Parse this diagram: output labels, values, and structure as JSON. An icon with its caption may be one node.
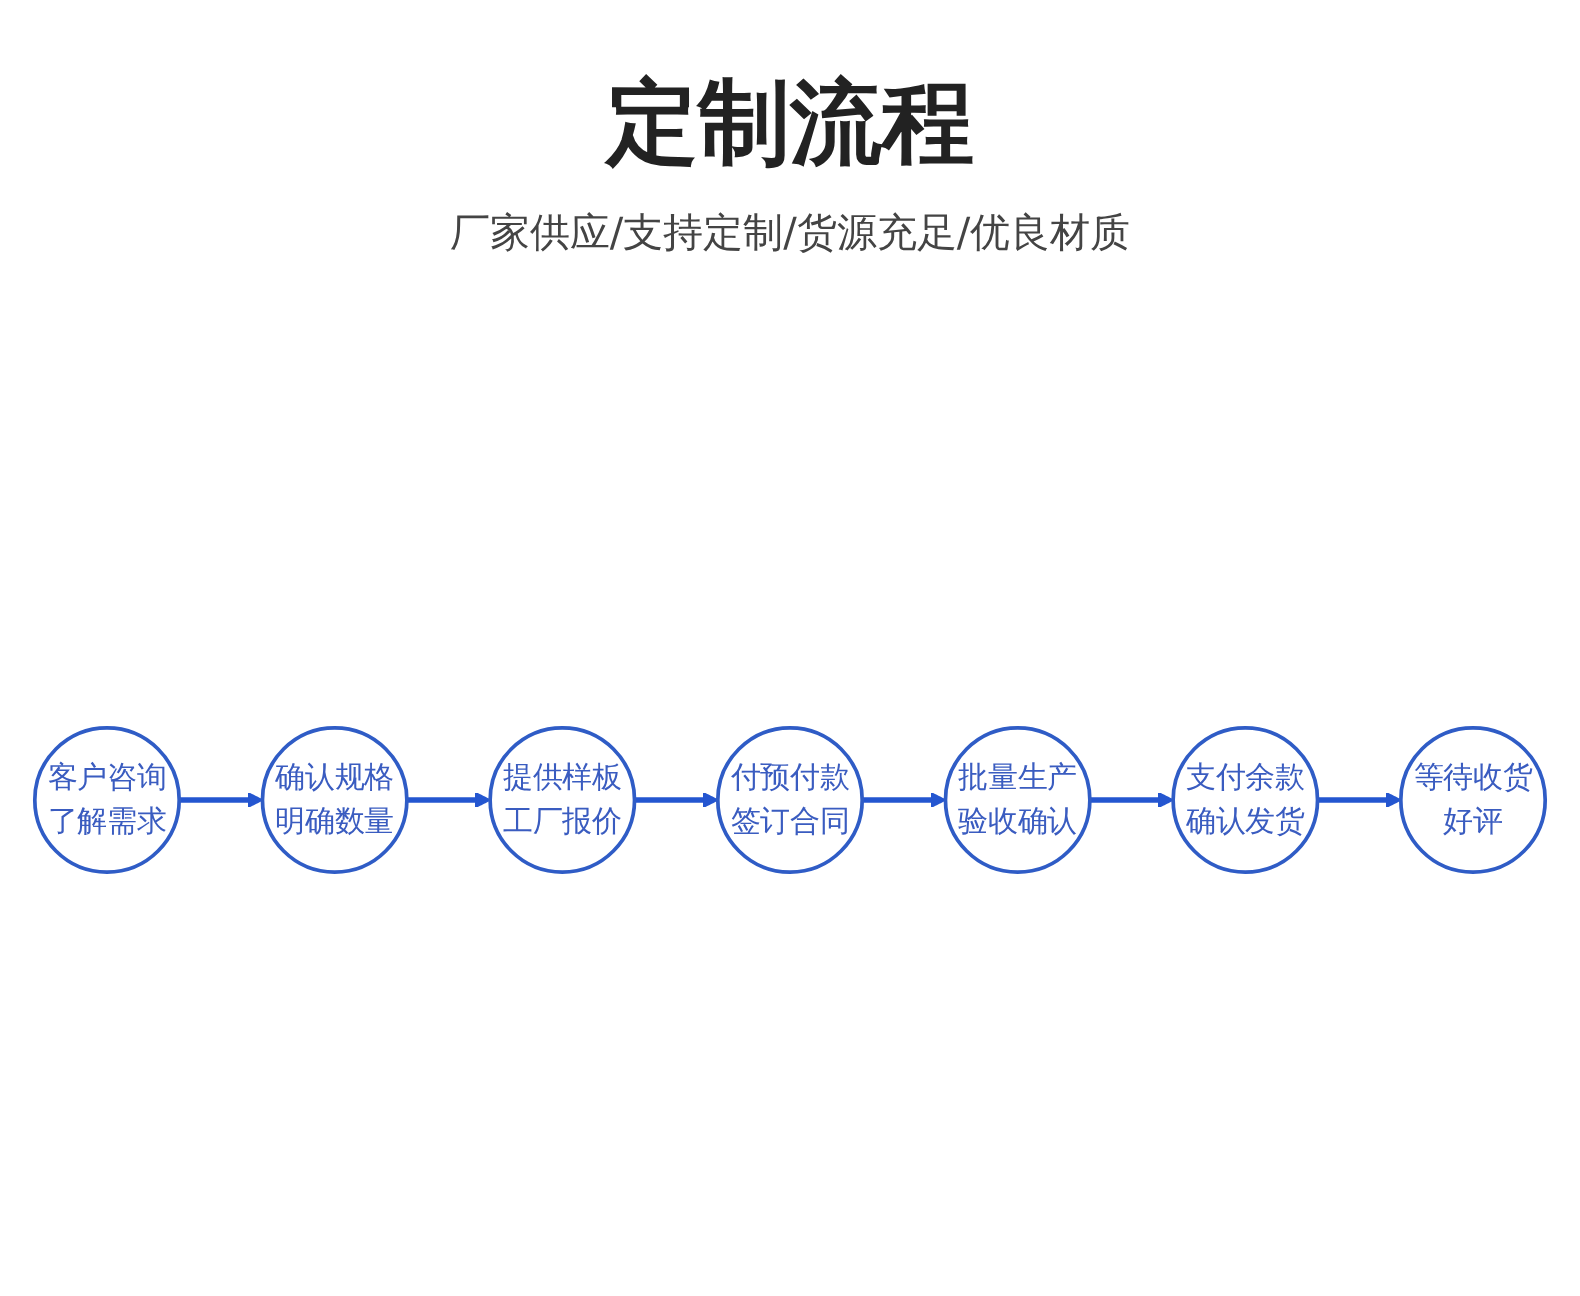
{
  "diagram": {
    "title": "定制流程",
    "nodes": [
      {
        "text": [
          "客户咨询了解需求"
        ]
      },
      {
        "text": [
          "确认规格明确数量"
        ]
      },
      {
        "text": [
          "提供样板工厂报价"
        ]
      },
      {
        "text": [
          "等待收货好评"
        ]
      },
      {
        "text": [
          "支付余款确认发货"
        ]
      },
      {
        "text": [
          "批量生产验收确认"
        ]
      },
      {
        "text": [
          "付预付款签订合同"
        ]
      }
    ],
    "edges": [
      {
        "from": 0,
        "to": 1,
        "arrow": "to"
      },
      {
        "from": 1,
        "to": 2,
        "arrow": "to"
      },
      {
        "from": 2,
        "to": 6,
        "arrow": "to"
      },
      {
        "from": 6,
        "to": 5,
        "arrow": "to"
      },
      {
        "from": 5,
        "to": 4,
        "arrow": "to"
      },
      {
        "from": 4,
        "to": 3,
        "arrow": "to"
      }
    ],
    "labels": [
      "厂家供应/支持定制/货源充足/优良材质"
    ]
  }
}
